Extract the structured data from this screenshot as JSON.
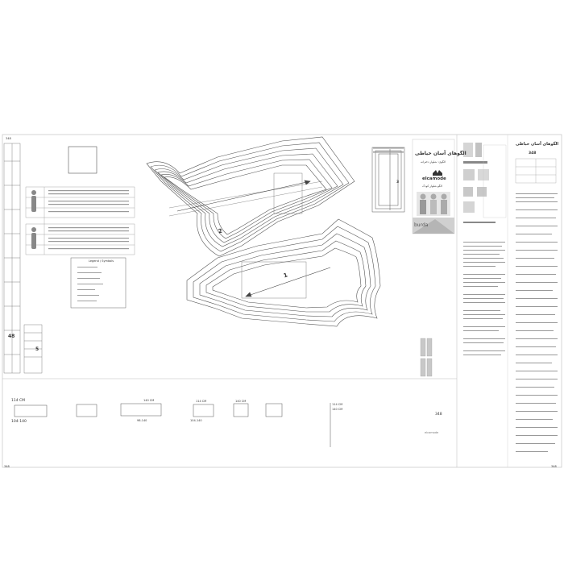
{
  "sheet": {
    "page_left_number": "348",
    "page_right_number": "348",
    "top_left_mark": "348"
  },
  "brand": {
    "title_fa": "الگوهای آسان خیاطی",
    "subtitle_fa": "الگوی: شلوار دخترانه",
    "logo_text": "elcamode",
    "logo_text_bottom": "elcamode",
    "burda_text": "burda",
    "kids_caption_fa": "الگو شلوار کودک",
    "page_number": "348"
  },
  "size_labels": {
    "pattern_a_size": "114 CM",
    "pattern_a_range": "104-140",
    "pattern_b_size": "140 CM",
    "pattern_b_range": "98-140",
    "pattern_c_size": "114 CM",
    "pattern_c_size2": "140 CM",
    "pattern_c_range": "104-140",
    "strip_size1": "114 CM",
    "strip_size2": "140 CM"
  },
  "pattern_pieces": {
    "piece_number_top": "2",
    "piece_number_bottom": "1",
    "piece_number_strip": "3",
    "ruler_number": "48",
    "ruler_number2": "5"
  },
  "legend": {
    "title": "Legend / Symbols"
  },
  "colors": {
    "line": "#555555",
    "text": "#333333",
    "photo_gray": "#bdbdbd"
  }
}
